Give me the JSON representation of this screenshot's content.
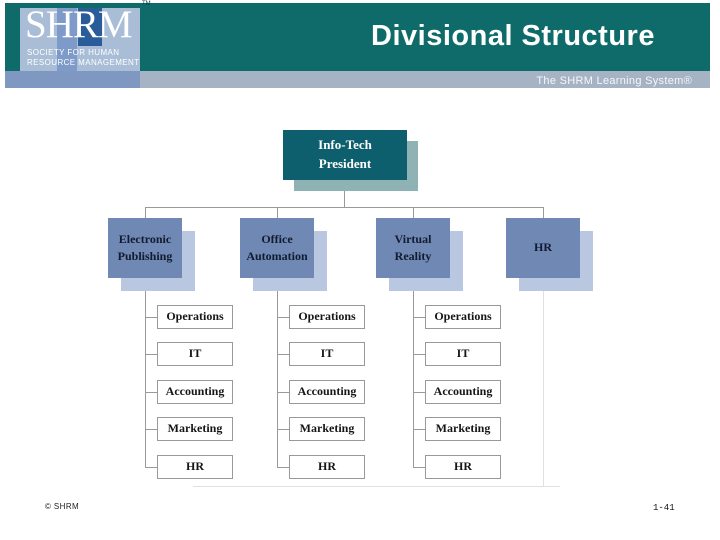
{
  "header": {
    "title": "Divisional Structure",
    "tagline": "The SHRM Learning System®"
  },
  "logo": {
    "acronym": "SHRM",
    "trademark": "TM",
    "subtitle_line1": "SOCIETY FOR HUMAN",
    "subtitle_line2": "RESOURCE MANAGEMENT"
  },
  "org_chart": {
    "root": {
      "label": "Info-Tech\nPresident"
    },
    "divisions": [
      {
        "label": "Electronic\nPublishing",
        "children": [
          "Operations",
          "IT",
          "Accounting",
          "Marketing",
          "HR"
        ]
      },
      {
        "label": "Office\nAutomation",
        "children": [
          "Operations",
          "IT",
          "Accounting",
          "Marketing",
          "HR"
        ]
      },
      {
        "label": "Virtual\nReality",
        "children": [
          "Operations",
          "IT",
          "Accounting",
          "Marketing",
          "HR"
        ]
      },
      {
        "label": "HR",
        "children": []
      }
    ]
  },
  "footer": {
    "copyright": "© SHRM",
    "page_number": "1-41"
  },
  "colors": {
    "header_teal": "#0f6b6a",
    "root_box_teal": "#0e5f6d",
    "root_shadow_teal": "#8fb3b5",
    "division_blue": "#6f88b4",
    "division_shadow_blue": "#bac7e0",
    "logo_background_blue": "#a9bdd7",
    "logo_stripe_medium_blue": "#7e9ac8",
    "logo_stripe_dark_blue": "#2a5c99",
    "subband_left_blue": "#7e98c2",
    "subband_right_blue": "#a6b3c4",
    "connector_gray": "#9a9a9a"
  }
}
